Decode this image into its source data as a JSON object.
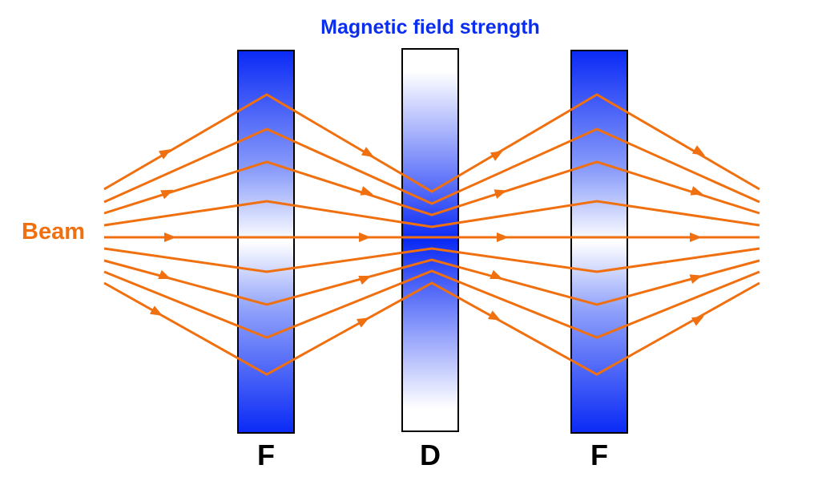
{
  "title": "Magnetic field strength",
  "beam_label": "Beam",
  "magnets": [
    {
      "label": "F",
      "type": "focusing"
    },
    {
      "label": "D",
      "type": "defocusing"
    },
    {
      "label": "F",
      "type": "focusing"
    }
  ],
  "colors": {
    "title": "#0a2ef0",
    "beam": "#f07010",
    "field": "#0a2af5",
    "label": "#000000",
    "outline": "#000000"
  }
}
